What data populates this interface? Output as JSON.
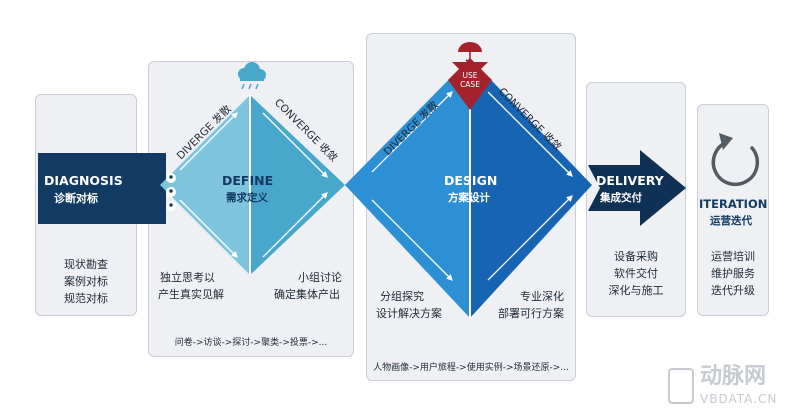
{
  "diagnosis": {
    "title": "DIAGNOSIS",
    "subtitle": "诊断对标",
    "items": [
      "现状勘查",
      "案例对标",
      "规范对标"
    ]
  },
  "define": {
    "title": "DEFINE",
    "subtitle": "需求定义",
    "diverge": "DIVERGE 发散",
    "converge": "CONVERGE 收敛",
    "left_text": [
      "独立思考以",
      "产生真实见解"
    ],
    "right_text": [
      "小组讨论",
      "确定集体产出"
    ],
    "methods": "问卷->访谈->探讨->聚类->投票->..."
  },
  "design": {
    "title": "DESIGN",
    "subtitle": "方案设计",
    "diverge": "DIVERGE 发散",
    "converge": "CONVERGE 收敛",
    "badge": [
      "USE",
      "CASE"
    ],
    "left_text": [
      "分组探究",
      "设计解决方案"
    ],
    "right_text": [
      "专业深化",
      "部署可行方案"
    ],
    "methods": "人物画像->用户旅程->使用实例->场景还原->..."
  },
  "delivery": {
    "title": "DELIVERY",
    "subtitle": "集成交付",
    "items": [
      "设备采购",
      "软件交付",
      "深化与施工"
    ]
  },
  "iteration": {
    "title": "ITERATION",
    "subtitle": "运营迭代",
    "items": [
      "运营培训",
      "维护服务",
      "迭代升级"
    ]
  },
  "watermark": {
    "brand": "动脉网",
    "url": "VBDATA.CN"
  },
  "colors": {
    "navy": "#123a63",
    "define_light": "#7ec4dd",
    "define_mid": "#4aa7cc",
    "design_light": "#2d8fd4",
    "design_mid": "#1765b2",
    "delivery_dark": "#0f3155",
    "accent_red": "#a3232c",
    "panel": "#eef0f3"
  }
}
